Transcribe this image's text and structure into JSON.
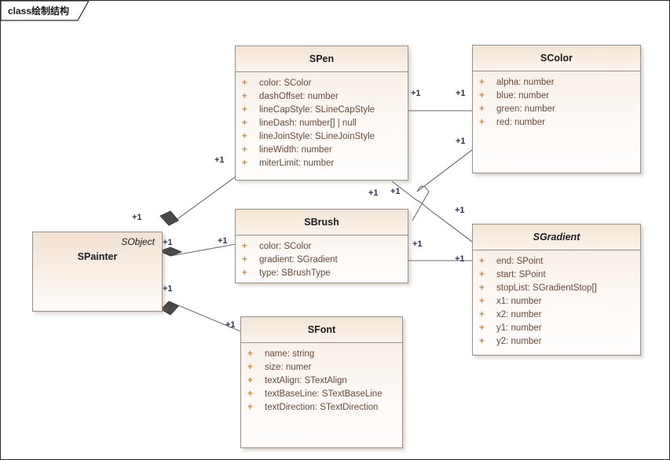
{
  "frame": {
    "tab_label": "class绘制结构"
  },
  "classes": [
    {
      "id": "spen",
      "name": "SPen",
      "stereotype": "",
      "abstract": false,
      "attributes": [
        {
          "visibility": "+",
          "text": "color: SColor"
        },
        {
          "visibility": "+",
          "text": "dashOffset: number"
        },
        {
          "visibility": "+",
          "text": "lineCapStyle: SLineCapStyle"
        },
        {
          "visibility": "+",
          "text": "lineDash: number[] | null"
        },
        {
          "visibility": "+",
          "text": "lineJoinStyle: SLineJoinStyle"
        },
        {
          "visibility": "+",
          "text": "lineWidth: number"
        },
        {
          "visibility": "+",
          "text": "miterLimit: number"
        }
      ]
    },
    {
      "id": "scolor",
      "name": "SColor",
      "stereotype": "",
      "abstract": false,
      "attributes": [
        {
          "visibility": "+",
          "text": "alpha: number"
        },
        {
          "visibility": "+",
          "text": "blue: number"
        },
        {
          "visibility": "+",
          "text": "green: number"
        },
        {
          "visibility": "+",
          "text": "red: number"
        }
      ]
    },
    {
      "id": "sbrush",
      "name": "SBrush",
      "stereotype": "",
      "abstract": false,
      "attributes": [
        {
          "visibility": "+",
          "text": "color: SColor"
        },
        {
          "visibility": "+",
          "text": "gradient: SGradient"
        },
        {
          "visibility": "+",
          "text": "type: SBrushType"
        }
      ]
    },
    {
      "id": "sgradient",
      "name": "SGradient",
      "stereotype": "",
      "abstract": true,
      "attributes": [
        {
          "visibility": "+",
          "text": "end: SPoint"
        },
        {
          "visibility": "+",
          "text": "start: SPoint"
        },
        {
          "visibility": "+",
          "text": "stopList: SGradientStop[]"
        },
        {
          "visibility": "+",
          "text": "x1: number"
        },
        {
          "visibility": "+",
          "text": "x2: number"
        },
        {
          "visibility": "+",
          "text": "y1: number"
        },
        {
          "visibility": "+",
          "text": "y2: number"
        }
      ]
    },
    {
      "id": "sfont",
      "name": "SFont",
      "stereotype": "",
      "abstract": false,
      "attributes": [
        {
          "visibility": "+",
          "text": "name: string"
        },
        {
          "visibility": "+",
          "text": "size: numer"
        },
        {
          "visibility": "+",
          "text": "textAlign: STextAlign"
        },
        {
          "visibility": "+",
          "text": "textBaseLine: STextBaseLine"
        },
        {
          "visibility": "+",
          "text": "textDirection: STextDirection"
        }
      ]
    },
    {
      "id": "spainter",
      "name": "SPainter",
      "stereotype": "SObject",
      "abstract": false,
      "attributes": []
    }
  ],
  "multiplicities": [
    {
      "id": "m-spen-scolor-src",
      "label": "+1"
    },
    {
      "id": "m-spen-scolor-dst",
      "label": "+1"
    },
    {
      "id": "m-sbrush-scolor-dst",
      "label": "+1"
    },
    {
      "id": "m-spainter-spen",
      "label": "+1"
    },
    {
      "id": "m-spen-spainter",
      "label": "+1"
    },
    {
      "id": "m-spainter-sbrush",
      "label": "+1"
    },
    {
      "id": "m-sbrush-spainter",
      "label": "+1"
    },
    {
      "id": "m-spainter-sfont",
      "label": "+1"
    },
    {
      "id": "m-sfont-spainter",
      "label": "+1"
    },
    {
      "id": "m-sbrush-scolor-src",
      "label": "+1"
    },
    {
      "id": "m-sbrush-sgradient-src",
      "label": "+1"
    },
    {
      "id": "m-sbrush-sgradient-dst",
      "label": "+1"
    },
    {
      "id": "m-sgradient-top",
      "label": "+1"
    }
  ],
  "colors": {
    "class_border": "#9b8f85",
    "class_header_fill": "#f4e5d6",
    "class_body_fill": "#fdf8f4",
    "attribute_text": "#6b4a38",
    "visibility_marker": "#d98a3a",
    "connector": "#6e6e6e",
    "multiplicity_text": "#2c3550",
    "frame_border": "#2b2b2b"
  }
}
